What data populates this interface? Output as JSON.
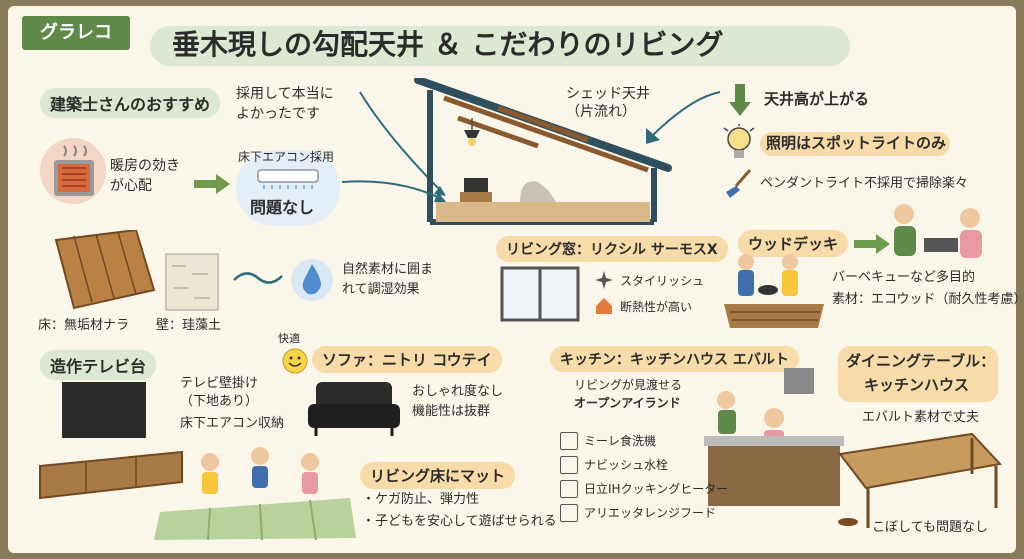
{
  "brand": {
    "label": "グラレコ",
    "color": "#5f8a4a"
  },
  "title": "垂木現しの勾配天井 ＆ こだわりのリビング",
  "architect": {
    "heading": "建築士さんのおすすめ",
    "quote": [
      "採用して本当に",
      "よかったです"
    ],
    "heater_note": [
      "暖房の効き",
      "が心配"
    ],
    "floor_ac_title": "床下エアコン採用",
    "floor_ac_result": "問題なし"
  },
  "ceiling": {
    "roof_label": [
      "シェッド天井",
      "（片流れ）"
    ],
    "height_note": "天井高が上がる",
    "lighting_note": "照明はスポットライトのみ",
    "pendant_note": "ペンダントライト不採用で掃除楽々"
  },
  "materials": {
    "floor_label": "床：無垢材ナラ",
    "wall_label": "壁：珪藻土",
    "effect": [
      "自然素材に囲ま",
      "れて調湿効果"
    ]
  },
  "window": {
    "heading": "リビング窓：リクシル サーモスX",
    "features": [
      "スタイリッシュ",
      "断熱性が高い"
    ]
  },
  "deck": {
    "heading": "ウッドデッキ",
    "uses": "バーベキューなど多目的",
    "material": "素材：エコウッド（耐久性考慮）"
  },
  "tv": {
    "heading": "造作テレビ台",
    "notes": [
      "テレビ壁掛け",
      "（下地あり）",
      "床下エアコン収納"
    ]
  },
  "sofa": {
    "mood": "快適",
    "heading": "ソファ：ニトリ コウテイ",
    "notes": [
      "おしゃれ度なし",
      "機能性は抜群"
    ]
  },
  "mat": {
    "heading": "リビング床にマット",
    "notes": [
      "・ケガ防止、弾力性",
      "・子どもを安心して遊ばせられる"
    ]
  },
  "kitchen": {
    "heading": "キッチン：キッチンハウス エバルト",
    "island_note": [
      "リビングが見渡せる",
      "オープンアイランド"
    ],
    "equipment": [
      "ミーレ食洗機",
      "ナビッシュ水栓",
      "日立IHクッキングヒーター",
      "アリエッタレンジフード"
    ]
  },
  "dining": {
    "heading": [
      "ダイニングテーブル：",
      "キッチンハウス"
    ],
    "note": "エバルト素材で丈夫",
    "spill_note": "こぼしても問題なし"
  },
  "colors": {
    "green_band": "#dde8d2",
    "orange_band": "#f7dba8",
    "accent_green": "#5f8a4a",
    "teal": "#2f6b7a"
  }
}
